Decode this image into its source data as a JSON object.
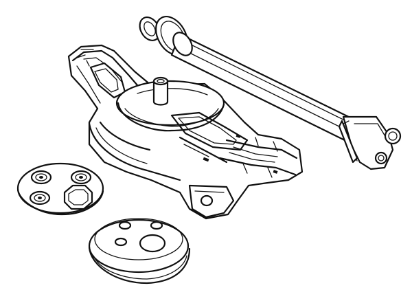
{
  "figure": {
    "parts": [
      {
        "id": "axle-rod",
        "label": ""
      },
      {
        "id": "housing-frame",
        "label": ""
      },
      {
        "id": "nozzle-disc",
        "label": ""
      },
      {
        "id": "base-disc",
        "label": ""
      }
    ]
  },
  "colors": {
    "line": "#111111",
    "background": "#ffffff"
  }
}
